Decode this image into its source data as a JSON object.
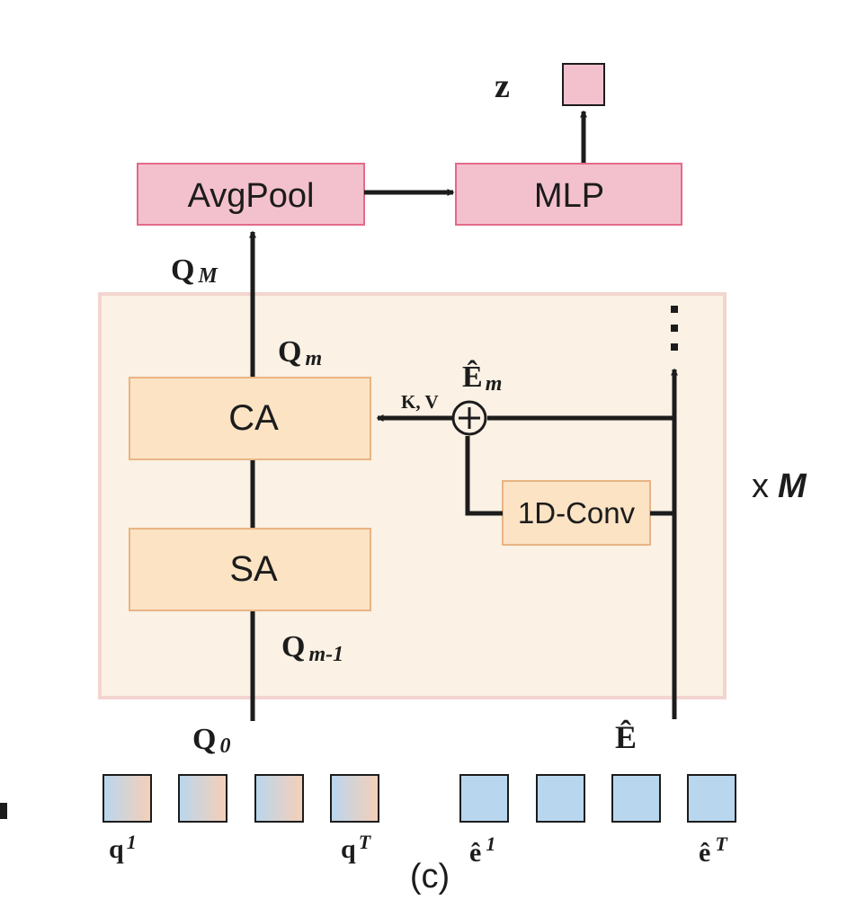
{
  "colors": {
    "pink_fill": "#f3c1cd",
    "pink_stroke": "#e46a8a",
    "orange_fill": "#fbe3c4",
    "orange_stroke": "#e9b484",
    "panel_fill": "#fbf1e4",
    "panel_stroke": "#f3d5cf",
    "blue_fill": "#b8d7ee",
    "line": "#1c1c1c"
  },
  "blocks": {
    "avgpool": "AvgPool",
    "mlp": "MLP",
    "ca": "CA",
    "sa": "SA",
    "conv": "1D-Conv"
  },
  "labels": {
    "z": "z",
    "q_big": "Q",
    "sub_M": "M",
    "sub_m": "m",
    "sub_m_minus_1": "m-1",
    "sub_0": "0",
    "e_hat": "Ê",
    "kv": "K, V",
    "repeat_prefix": "x",
    "repeat_var": "M",
    "q_small": "q",
    "e_small": "ê",
    "sup_1": "1",
    "sup_T": "T",
    "caption": "(c)"
  },
  "tokens": {
    "query_count": 4,
    "embedding_count": 4
  }
}
